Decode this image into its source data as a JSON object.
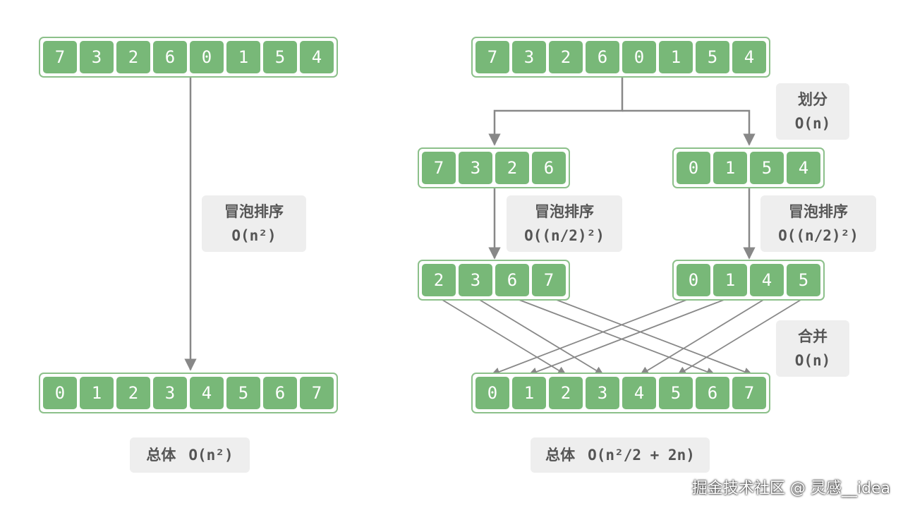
{
  "left": {
    "input": [
      "7",
      "3",
      "2",
      "6",
      "0",
      "1",
      "5",
      "4"
    ],
    "output": [
      "0",
      "1",
      "2",
      "3",
      "4",
      "5",
      "6",
      "7"
    ],
    "sort_label": {
      "title": "冒泡排序",
      "complexity": "O(n²)"
    },
    "total": {
      "title": "总体",
      "complexity": "O(n²)"
    }
  },
  "right": {
    "input": [
      "7",
      "3",
      "2",
      "6",
      "0",
      "1",
      "5",
      "4"
    ],
    "split_label": {
      "title": "划分",
      "complexity": "O(n)"
    },
    "left_half": [
      "7",
      "3",
      "2",
      "6"
    ],
    "right_half": [
      "0",
      "1",
      "5",
      "4"
    ],
    "sort_label_left": {
      "title": "冒泡排序",
      "complexity": "O((n/2)²)"
    },
    "sort_label_right": {
      "title": "冒泡排序",
      "complexity": "O((n/2)²)"
    },
    "left_sorted": [
      "2",
      "3",
      "6",
      "7"
    ],
    "right_sorted": [
      "0",
      "1",
      "4",
      "5"
    ],
    "merge_label": {
      "title": "合并",
      "complexity": "O(n)"
    },
    "output": [
      "0",
      "1",
      "2",
      "3",
      "4",
      "5",
      "6",
      "7"
    ],
    "total": {
      "title": "总体",
      "complexity": "O(n²/2 + 2n)"
    }
  },
  "watermark": "掘金技术社区 @ 灵感__idea",
  "colors": {
    "cell": "#78b878",
    "cell_border": "#8cc08a",
    "arrow": "#888888",
    "label_bg": "#eeeeee"
  }
}
